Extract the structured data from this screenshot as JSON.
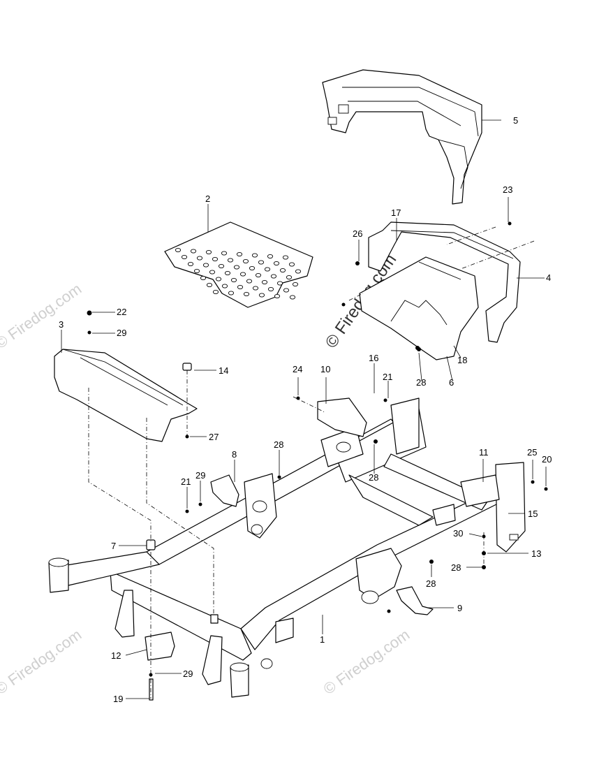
{
  "watermark": {
    "text": "© Firedog.com"
  },
  "callouts": {
    "c1": "1",
    "c2": "2",
    "c3": "3",
    "c4": "4",
    "c5": "5",
    "c6": "6",
    "c7": "7",
    "c8": "8",
    "c9": "9",
    "c10": "10",
    "c11": "11",
    "c12": "12",
    "c13": "13",
    "c14": "14",
    "c15": "15",
    "c16": "16",
    "c17": "17",
    "c18": "18",
    "c19": "19",
    "c20": "20",
    "c21a": "21",
    "c21b": "21",
    "c22": "22",
    "c23": "23",
    "c24": "24",
    "c25": "25",
    "c26": "26",
    "c27": "27",
    "c28a": "28",
    "c28b": "28",
    "c28c": "28",
    "c28d": "28",
    "c28e": "28",
    "c29a": "29",
    "c29b": "29",
    "c29c": "29",
    "c30": "30"
  }
}
